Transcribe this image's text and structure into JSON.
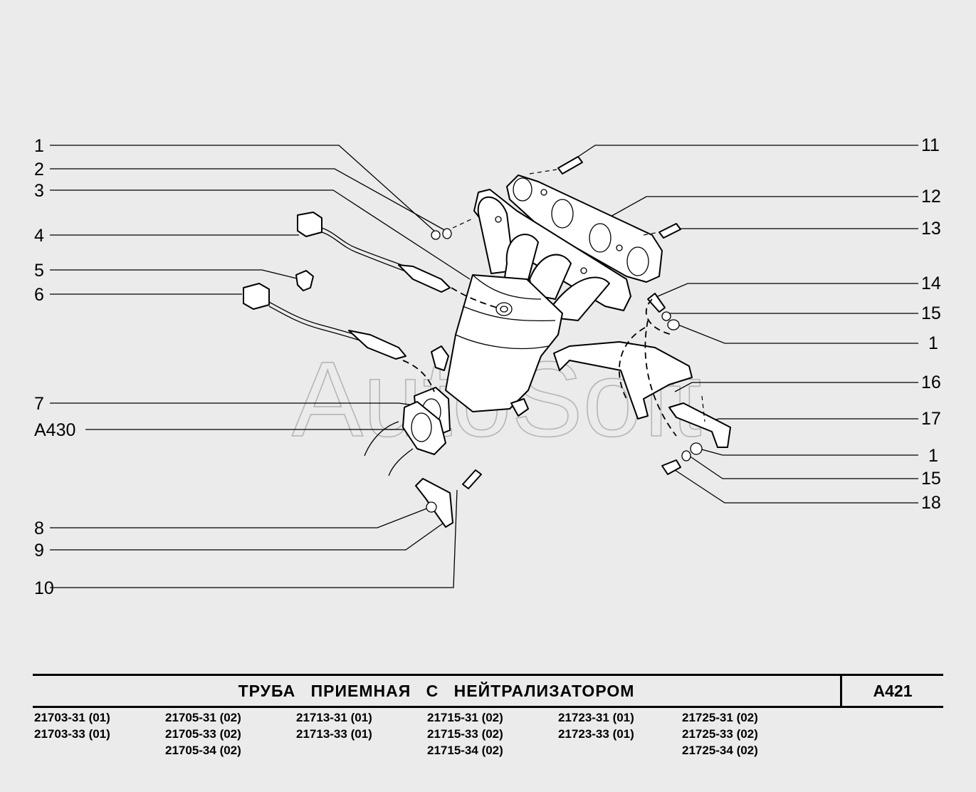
{
  "title": "ТРУБА ПРИЕМНАЯ С НЕЙТРАЛИЗАТОРОМ",
  "page_code": "A421",
  "watermark": "AutoSoft",
  "callouts_left": [
    "1",
    "2",
    "3",
    "4",
    "5",
    "6",
    "7",
    "A430",
    "8",
    "9",
    "10"
  ],
  "callouts_right": [
    "11",
    "12",
    "13",
    "14",
    "15",
    "1",
    "16",
    "17",
    "1",
    "15",
    "18"
  ],
  "model_columns": [
    [
      "21703-31 (01)",
      "21703-33 (01)"
    ],
    [
      "21705-31 (02)",
      "21705-33 (02)",
      "21705-34 (02)"
    ],
    [
      "21713-31 (01)",
      "21713-33 (01)"
    ],
    [
      "21715-31 (02)",
      "21715-33 (02)",
      "21715-34 (02)"
    ],
    [
      "21723-31 (01)",
      "21723-33 (01)"
    ],
    [
      "21725-31 (02)",
      "21725-33 (02)",
      "21725-34 (02)"
    ]
  ]
}
